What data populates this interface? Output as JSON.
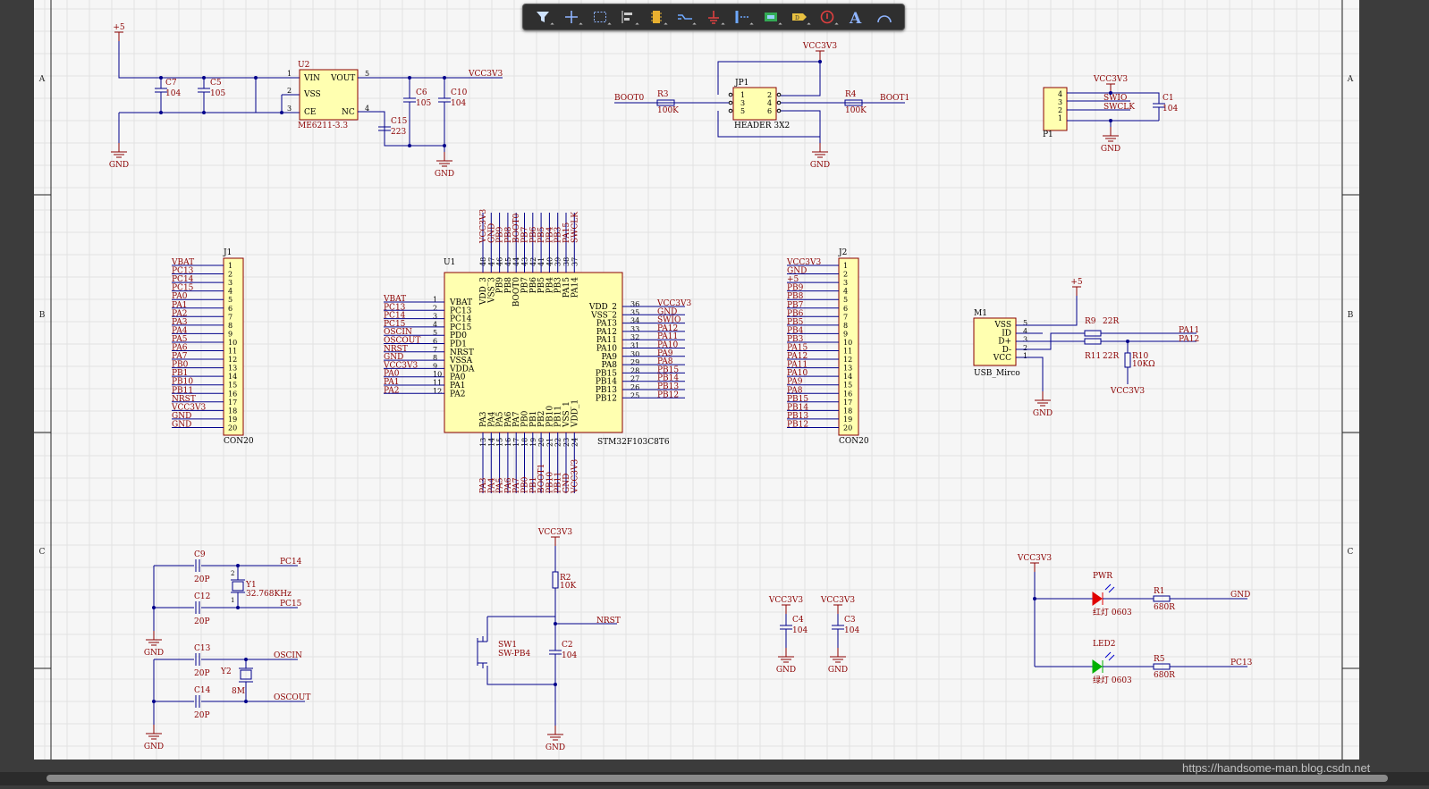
{
  "toolbar": {
    "items": [
      {
        "name": "filter",
        "tip": "Filter"
      },
      {
        "name": "crosshair",
        "tip": "Move"
      },
      {
        "name": "select-rect",
        "tip": "Select"
      },
      {
        "name": "align",
        "tip": "Align"
      },
      {
        "name": "component",
        "tip": "Place Part"
      },
      {
        "name": "wire",
        "tip": "Wire"
      },
      {
        "name": "gnd-power",
        "tip": "Power Port"
      },
      {
        "name": "bus",
        "tip": "Bus"
      },
      {
        "name": "sheet",
        "tip": "Sheet Symbol"
      },
      {
        "name": "port",
        "tip": "Port"
      },
      {
        "name": "no-erc",
        "tip": "No ERC"
      },
      {
        "name": "text",
        "tip": "Text"
      },
      {
        "name": "arc",
        "tip": "Arc"
      }
    ]
  },
  "border": {
    "rows": [
      "A",
      "B",
      "C"
    ]
  },
  "watermark": "https://handsome-man.blog.csdn.net",
  "power": {
    "p5": "+5",
    "gnd": "GND",
    "vcc": "VCC3V3"
  },
  "reg": {
    "ref": "U2",
    "val": "ME6211-3.3",
    "pins": [
      "VIN",
      "VSS",
      "CE",
      "VOUT",
      "NC"
    ],
    "nums": [
      "1",
      "2",
      "3",
      "5",
      "4"
    ],
    "out": "VCC3V3"
  },
  "caps": {
    "C7": [
      "C7",
      "104"
    ],
    "C5": [
      "C5",
      "105"
    ],
    "C6": [
      "C6",
      "105"
    ],
    "C10": [
      "C10",
      "104"
    ],
    "C15": [
      "C15",
      "223"
    ],
    "C1": [
      "C1",
      "104"
    ],
    "C9": [
      "C9",
      "20P"
    ],
    "C12": [
      "C12",
      "20P"
    ],
    "C13": [
      "C13",
      "20P"
    ],
    "C14": [
      "C14",
      "20P"
    ],
    "C4": [
      "C4",
      "104"
    ],
    "C3": [
      "C3",
      "104"
    ],
    "C2": [
      "C2",
      "104"
    ]
  },
  "jp1": {
    "ref": "JP1",
    "val": "HEADER 3X2",
    "lp": [
      "1",
      "3",
      "5"
    ],
    "rp": [
      "2",
      "4",
      "6"
    ],
    "boot0": "BOOT0",
    "boot1": "BOOT1",
    "r3": [
      "R3",
      "100K"
    ],
    "r4": [
      "R4",
      "100K"
    ]
  },
  "p1": {
    "ref": "P1",
    "pins": [
      "4",
      "3",
      "2",
      "1"
    ],
    "nets": [
      "SWIO",
      "SWCLK"
    ]
  },
  "j1": {
    "ref": "J1",
    "val": "CON20",
    "nets": [
      "VBAT",
      "PC13",
      "PC14",
      "PC15",
      "PA0",
      "PA1",
      "PA2",
      "PA3",
      "PA4",
      "PA5",
      "PA6",
      "PA7",
      "PB0",
      "PB1",
      "PB10",
      "PB11",
      "NRST",
      "VCC3V3",
      "GND",
      "GND"
    ]
  },
  "j2": {
    "ref": "J2",
    "val": "CON20",
    "nets": [
      "VCC3V3",
      "GND",
      "+5",
      "PB9",
      "PB8",
      "PB7",
      "PB6",
      "PB5",
      "PB4",
      "PB3",
      "PA15",
      "PA12",
      "PA11",
      "PA10",
      "PA9",
      "PA8",
      "PB15",
      "PB14",
      "PB13",
      "PB12"
    ]
  },
  "mcu": {
    "ref": "U1",
    "val": "STM32F103C8T6",
    "left": {
      "pins": [
        "VBAT",
        "PC13",
        "PC14",
        "PC15",
        "PD0",
        "PD1",
        "NRST",
        "VSSA",
        "VDDA",
        "PA0",
        "PA1",
        "PA2"
      ],
      "nums": [
        "1",
        "2",
        "3",
        "4",
        "5",
        "6",
        "7",
        "8",
        "9",
        "10",
        "11",
        "12"
      ],
      "nets": [
        "VBAT",
        "PC13",
        "PC14",
        "PC15",
        "OSCIN",
        "OSCOUT",
        "NRST",
        "GND",
        "VCC3V3",
        "PA0",
        "PA1",
        "PA2"
      ]
    },
    "right": {
      "pins": [
        "VDD_2",
        "VSS_2",
        "PA13",
        "PA12",
        "PA11",
        "PA10",
        "PA9",
        "PA8",
        "PB15",
        "PB14",
        "PB13",
        "PB12"
      ],
      "nums": [
        "36",
        "35",
        "34",
        "33",
        "32",
        "31",
        "30",
        "29",
        "28",
        "27",
        "26",
        "25"
      ],
      "nets": [
        "VCC3V3",
        "GND",
        "SWIO",
        "PA12",
        "PA11",
        "PA10",
        "PA9",
        "PA8",
        "PB15",
        "PB14",
        "PB13",
        "PB12"
      ]
    },
    "top": {
      "pins": [
        "VDD_3",
        "VSS_3",
        "PB9",
        "PB8",
        "BOOT0",
        "PB7",
        "PB6",
        "PB5",
        "PB4",
        "PB3",
        "PA15",
        "PA14"
      ],
      "nums": [
        "48",
        "47",
        "46",
        "45",
        "44",
        "43",
        "42",
        "41",
        "40",
        "39",
        "38",
        "37"
      ],
      "nets": [
        "VCC3V3",
        "GND",
        "PB9",
        "PB8",
        "BOOT0",
        "PB7",
        "PB6",
        "PB5",
        "PB4",
        "PB3",
        "PA15",
        "SWCLK"
      ]
    },
    "bottom": {
      "pins": [
        "PA3",
        "PA4",
        "PA5",
        "PA6",
        "PA7",
        "PB0",
        "PB1",
        "PB2",
        "PB10",
        "PB11",
        "VSS_1",
        "VDD_1"
      ],
      "nums": [
        "13",
        "14",
        "15",
        "16",
        "17",
        "18",
        "19",
        "20",
        "21",
        "22",
        "23",
        "24"
      ],
      "nets": [
        "PA3",
        "PA4",
        "PA5",
        "PA6",
        "PA7",
        "PB0",
        "PB1",
        "BOOT1",
        "PB10",
        "PB11",
        "GND",
        "VCC3V3"
      ]
    }
  },
  "usb": {
    "ref": "M1",
    "val": "USB_Mirco",
    "pins": [
      "VSS",
      "ID",
      "D+",
      "D-",
      "VCC"
    ],
    "nums": [
      "5",
      "4",
      "3",
      "2",
      "1"
    ],
    "r9": [
      "R9",
      "22R"
    ],
    "r11": [
      "R11",
      "22R"
    ],
    "r10": [
      "R10",
      "10KΩ"
    ],
    "pa11": "PA11",
    "pa12": "PA12"
  },
  "xtal": {
    "y1": [
      "Y1",
      "32.768KHz"
    ],
    "y2": [
      "Y2",
      "8M"
    ],
    "pc14": "PC14",
    "pc15": "PC15",
    "oscin": "OSCIN",
    "oscout": "OSCOUT",
    "pin1": "1",
    "pin2": "2"
  },
  "reset": {
    "r2": [
      "R2",
      "10K"
    ],
    "sw": [
      "SW1",
      "SW-PB4"
    ],
    "nrst": "NRST"
  },
  "leds": {
    "pwr": [
      "PWR",
      "红灯 0603"
    ],
    "led2": [
      "LED2",
      "绿灯 0603"
    ],
    "r1": [
      "R1",
      "680R"
    ],
    "r5": [
      "R5",
      "680R"
    ],
    "gnd": "GND",
    "pc13": "PC13"
  },
  "colors": {
    "net": "#8b0000",
    "wire": "#00008b",
    "body": "#ffffb0",
    "bodyStroke": "#8b0000",
    "sheet": "#f6f6f6",
    "grid": "#e2e2e2"
  }
}
